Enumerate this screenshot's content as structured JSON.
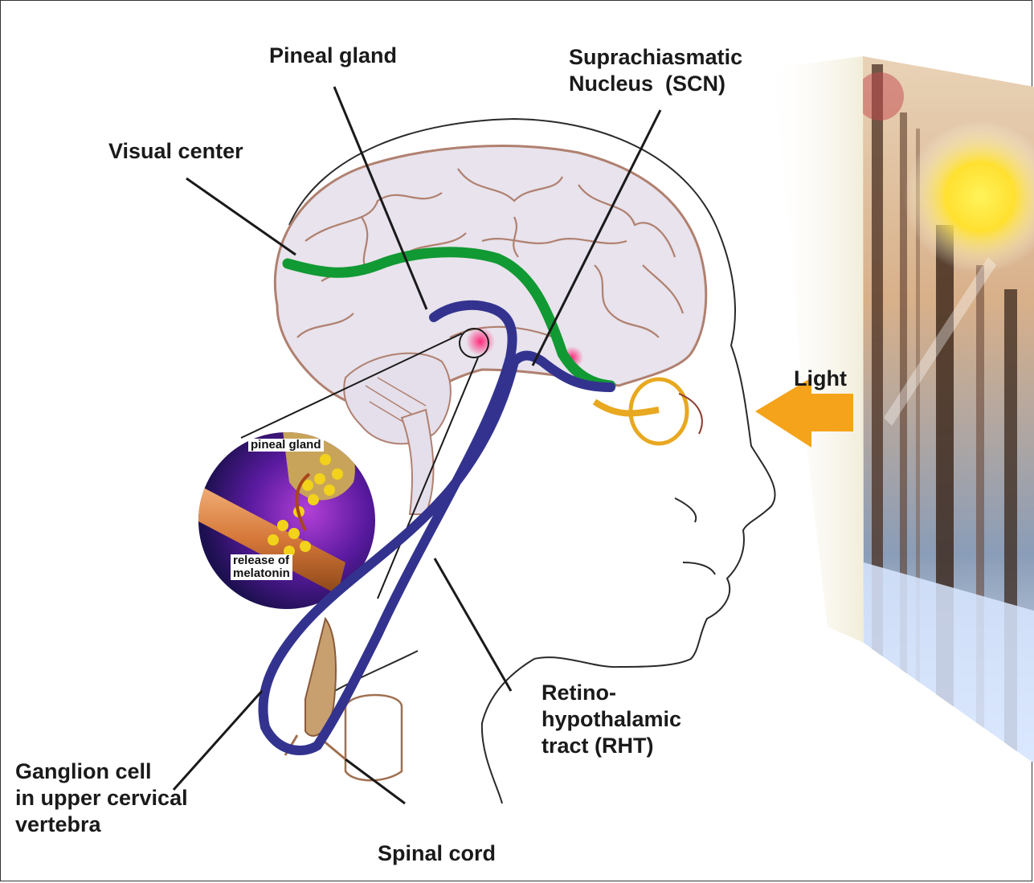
{
  "labels": {
    "pineal_gland": "Pineal gland",
    "scn_line1": "Suprachiasmatic",
    "scn_line2": "Nucleus  (SCN)",
    "visual_center": "Visual center",
    "light": "Light",
    "rht_line1": "Retino-",
    "rht_line2": "hypothalamic",
    "rht_line3": "tract (RHT)",
    "ganglion_line1": "Ganglion cell",
    "ganglion_line2": "in upper cervical",
    "ganglion_line3": "vertebra",
    "spinal_cord": "Spinal cord"
  },
  "inset": {
    "pineal_gland": "pineal gland",
    "release_line1": "release of",
    "release_line2": "melatonin"
  },
  "colors": {
    "visual_pathway": "#119933",
    "rht_pathway": "#33338f",
    "light_arrow": "#f5a31a",
    "optic_nerve": "#e8a820",
    "brain_outline": "#b08070",
    "melatonin": "#f2d21a"
  }
}
